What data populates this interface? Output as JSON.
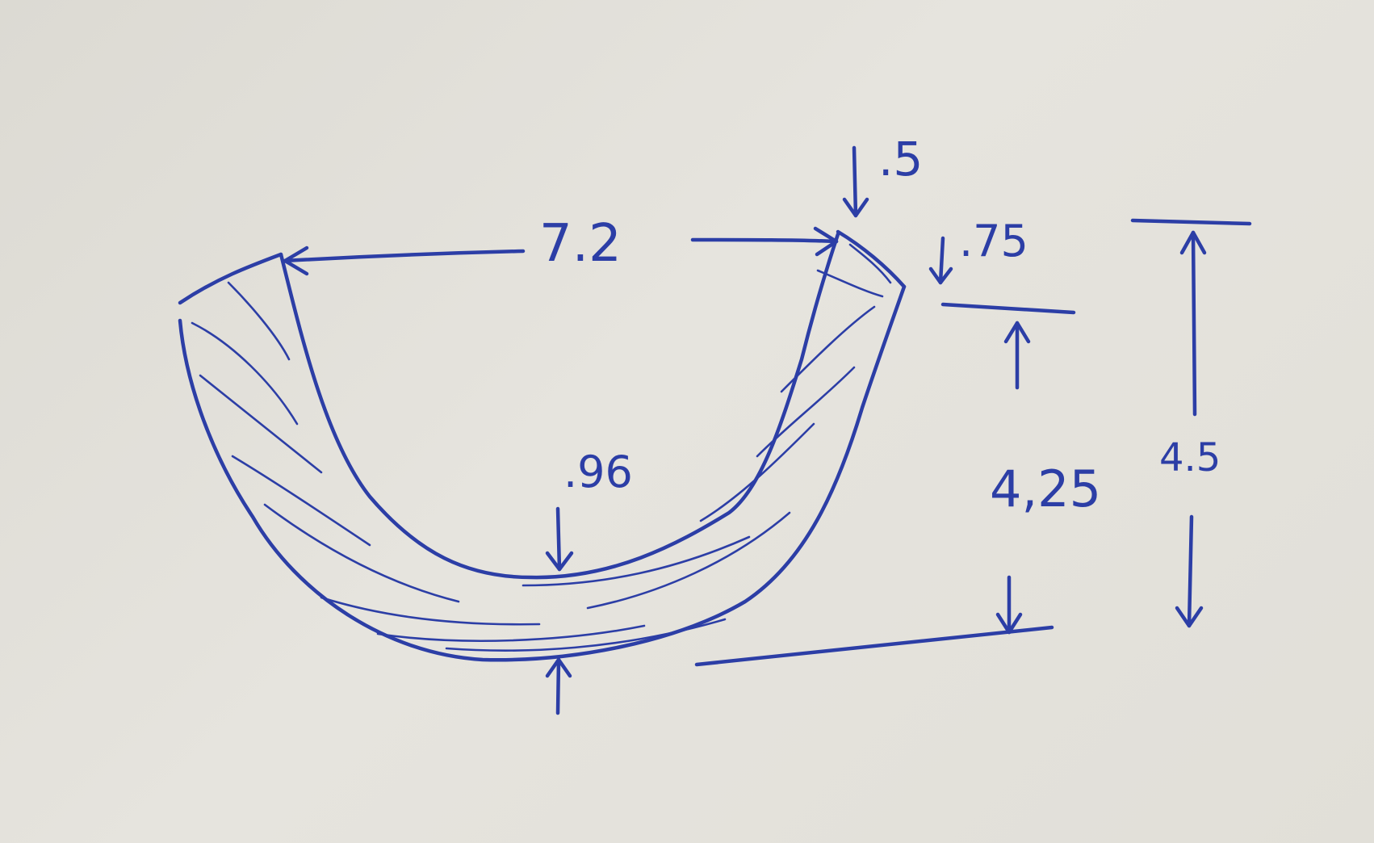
{
  "diagram": {
    "ink_color": "#2c3ea6",
    "paper_color": "#e3e1da",
    "dimensions": {
      "top_opening": "7.2",
      "rim_offset": ".5",
      "rim_thickness": ".75",
      "base_thickness": ".96",
      "inner_depth": "4,25",
      "outer_height": "4.5"
    }
  }
}
